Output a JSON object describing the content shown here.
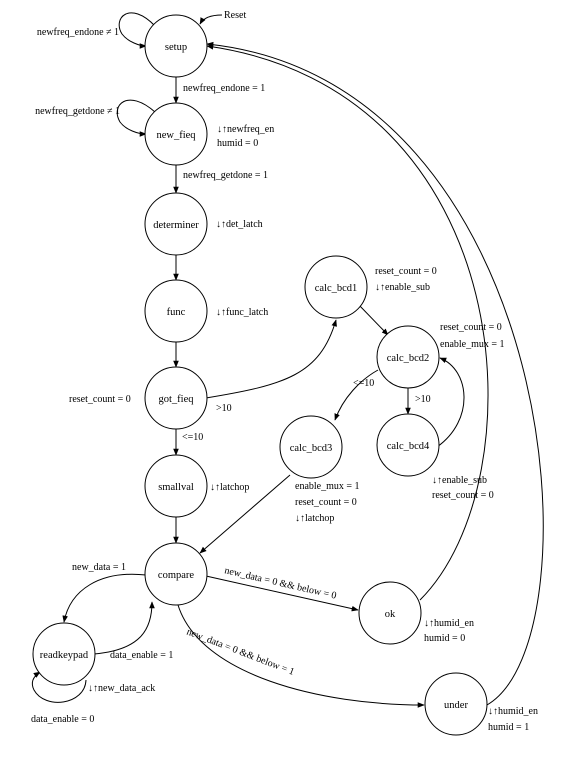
{
  "states": {
    "setup": "setup",
    "new_freq": "new_fieq",
    "determiner": "determiner",
    "func": "func",
    "got_freq": "got_fieq",
    "smallval": "smallval",
    "compare": "compare",
    "readkeypad": "readkeypad",
    "calc_bcd1": "calc_bcd1",
    "calc_bcd2": "calc_bcd2",
    "calc_bcd3": "calc_bcd3",
    "calc_bcd4": "calc_bcd4",
    "ok": "ok",
    "under": "under"
  },
  "transitions": {
    "reset": "Reset",
    "setup_self": "newfreq_endone ≠ 1",
    "setup_to_newfreq": "newfreq_endone = 1",
    "newfreq_self": "newfreq_getdone ≠ 1",
    "newfreq_to_determiner": "newfreq_getdone = 1",
    "gotfreq_to_calcbcd1": ">10",
    "gotfreq_to_smallval": "<=10",
    "calcbcd2_to_calcbcd3": "<=10",
    "calcbcd2_to_calcbcd4": ">10",
    "compare_to_readkeypad": "new_data = 1",
    "readkeypad_to_compare": "data_enable = 1",
    "readkeypad_self": "data_enable = 0",
    "compare_to_ok": "new_data = 0 && below = 0",
    "compare_to_under": "new_data = 0 && below = 1"
  },
  "outputs": {
    "gotfreq_reset": "reset_count = 0",
    "newfreq_en": "↓↑newfreq_en",
    "newfreq_humid": "humid = 0",
    "det_latch": "↓↑det_latch",
    "func_latch": "↓↑func_latch",
    "calcbcd1_reset": "reset_count = 0",
    "calcbcd1_enable": "↓↑enable_sub",
    "calcbcd2_reset": "reset_count = 0",
    "calcbcd2_mux": "enable_mux = 1",
    "calcbcd3_mux": "enable_mux = 1",
    "calcbcd3_reset": "reset_count = 0",
    "calcbcd3_latch": "↓↑latchop",
    "calcbcd4_enable": "↓↑enable_sub",
    "calcbcd4_reset": "reset_count = 0",
    "smallval_latch": "↓↑latchop",
    "readkeypad_ack": "↓↑new_data_ack",
    "ok_humid_en": "↓↑humid_en",
    "ok_humid": "humid = 0",
    "under_humid_en": "↓↑humid_en",
    "under_humid": "humid = 1"
  }
}
